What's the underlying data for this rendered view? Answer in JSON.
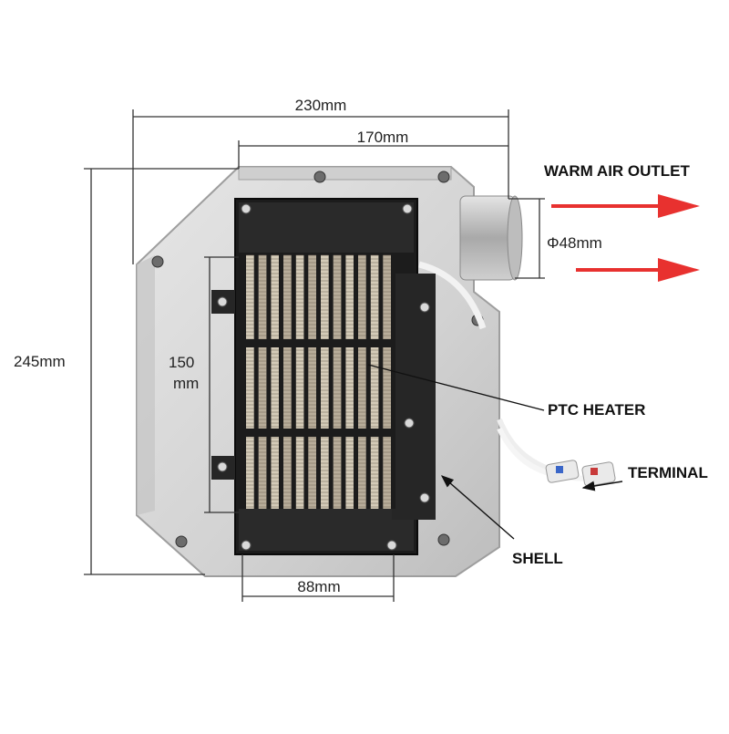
{
  "dimensions": {
    "overall_width": "230mm",
    "body_width": "170mm",
    "height": "245mm",
    "heater_height_line1": "150",
    "heater_height_line2": "mm",
    "heater_width": "88mm",
    "outlet_diameter": "Φ48mm"
  },
  "labels": {
    "warm_air_outlet": "WARM AIR OUTLET",
    "ptc_heater": "PTC HEATER",
    "terminal": "TERMINAL",
    "shell": "SHELL"
  },
  "colors": {
    "arrow": "#e8312f",
    "shell": "#d9d9d9",
    "heater_frame": "#1c1c1c",
    "heater_fins": "#c9bfae",
    "dimension_line": "#333333"
  }
}
